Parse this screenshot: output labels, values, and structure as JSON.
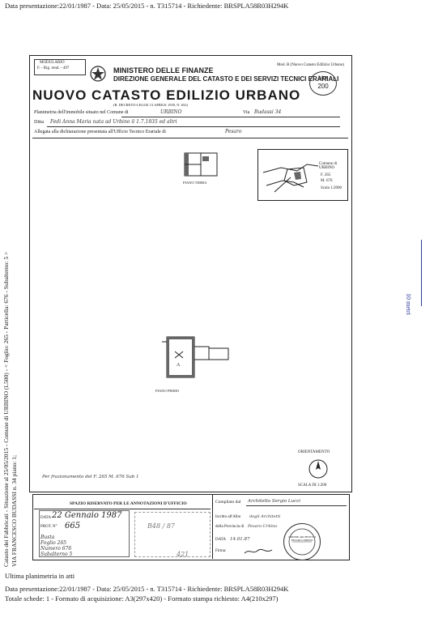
{
  "top_header": "Data presentazione:22/01/1987 - Data: 25/05/2015 - n. T315714 - Richiedente: BRSPLA58R03H294K",
  "bottom": {
    "line1": "Data presentazione:22/01/1987 - Data: 25/05/2015 - n. T315714 - Richiedente: BRSPLA58R03H294K",
    "line2": "Totale schede: 1 - Formato di acquisizione: A3(297x420) - Formato stampa richiesto: A4(210x297)",
    "ultima": "Ultima planimetria in atti"
  },
  "left_vertical": {
    "line1": "Catasto dei Fabbricati - Situazione al 25/05/2015 - Comune di URBINO (L500) - < Foglio: 265 - Particella: 676 - Subalterno: 5 >",
    "line2": "VIA FRANCESCO BUDASSI n. 34 piano: 1;"
  },
  "right_margin": "10 metri",
  "form": {
    "modello": "MODULARIO",
    "modello_sub": "F. - Rig. rend. - 497",
    "ministero": "MINISTERO DELLE FINANZE",
    "direzione": "DIREZIONE GENERALE DEL CATASTO E DEI SERVIZI TECNICI ERARIALI",
    "mod_label": "Mod. B (Nuovo Catasto Edilizio Urbano)",
    "lire_label": "Lire",
    "lire_value": "200",
    "title": "NUOVO CATASTO EDILIZIO URBANO",
    "law": "(R. DECRETO-LEGGE 13 APRILE 1939, N. 652)",
    "planimetria_label": "Planimetria dell'immobile situato nel Comune di",
    "comune": "URBINO",
    "via_label": "Via",
    "via": "Budassi 34",
    "ditta_label": "Ditta",
    "ditta": "Fedi Anna Maria nata ad Urbino il 1.7.1935 ed altri",
    "allegata_label": "Allegata alla dichiarazione presentata all'Ufficio Tecnico Erariale di",
    "ufficio": "Pesaro"
  },
  "drawings": {
    "piano_terra": "PIANO TERRA",
    "piano_primo": "PIANO PRIMO",
    "locator_title": "Comune di URBINO",
    "locator_foglio": "F. 265",
    "locator_mappale": "M. 676",
    "locator_scale": "Scala 1:2000",
    "room_letter": "A",
    "orientamento": "ORIENTAMENTO",
    "scala": "SCALA DI 1:200",
    "note": "Per frazionamento del F. 265 M. 676 Sub 1"
  },
  "office": {
    "header": "SPAZIO RISERVATO PER LE ANNOTAZIONI D'UFFICIO",
    "data_label": "DATA",
    "data_value": "22 Gennaio 1987",
    "prot_label": "PROT. N°",
    "prot_value": "665",
    "busta": "Busta",
    "foglio": "Foglio 265",
    "numero": "Numero 676",
    "subalterno": "Subalterno 5",
    "stamp_text": "B48 / 87",
    "stamp_num": "421"
  },
  "compilato": {
    "label": "Compilato dal",
    "who": "Architetto Sergio Lucci",
    "iscritto_label": "Iscritto all'Albo",
    "albo": "degli Architetti",
    "provincia_label": "della Provincia di",
    "provincia": "Pesaro-Urbino",
    "data_label": "DATA",
    "data_value": "14.01.87",
    "firma_label": "Firma:",
    "seal_text": "ORDINE ARCHITETTI PESARO URBINO"
  }
}
